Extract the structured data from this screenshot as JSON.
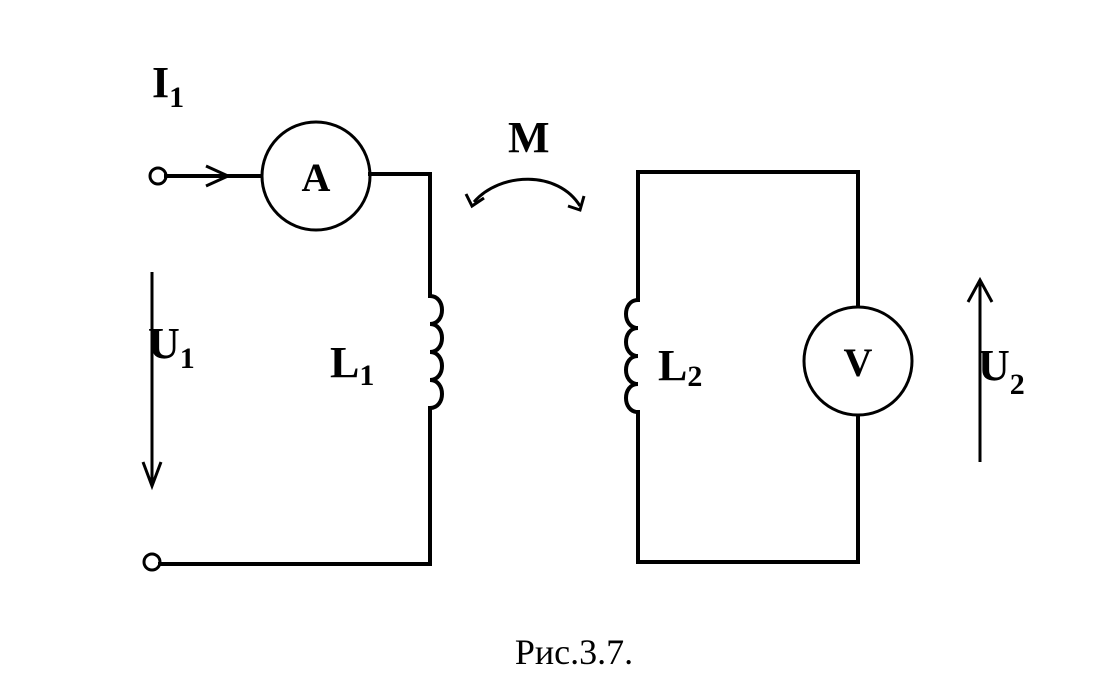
{
  "diagram": {
    "current_label": {
      "main": "I",
      "sub": "1"
    },
    "voltage1_label": {
      "main": "U",
      "sub": "1"
    },
    "voltage2_label": {
      "main": "U",
      "sub": "2"
    },
    "inductor1_label": {
      "main": "L",
      "sub": "1"
    },
    "inductor2_label": {
      "main": "L",
      "sub": "2"
    },
    "mutual_label": "M",
    "ammeter_label": "A",
    "voltmeter_label": "V",
    "caption": "Рис.3.7."
  }
}
